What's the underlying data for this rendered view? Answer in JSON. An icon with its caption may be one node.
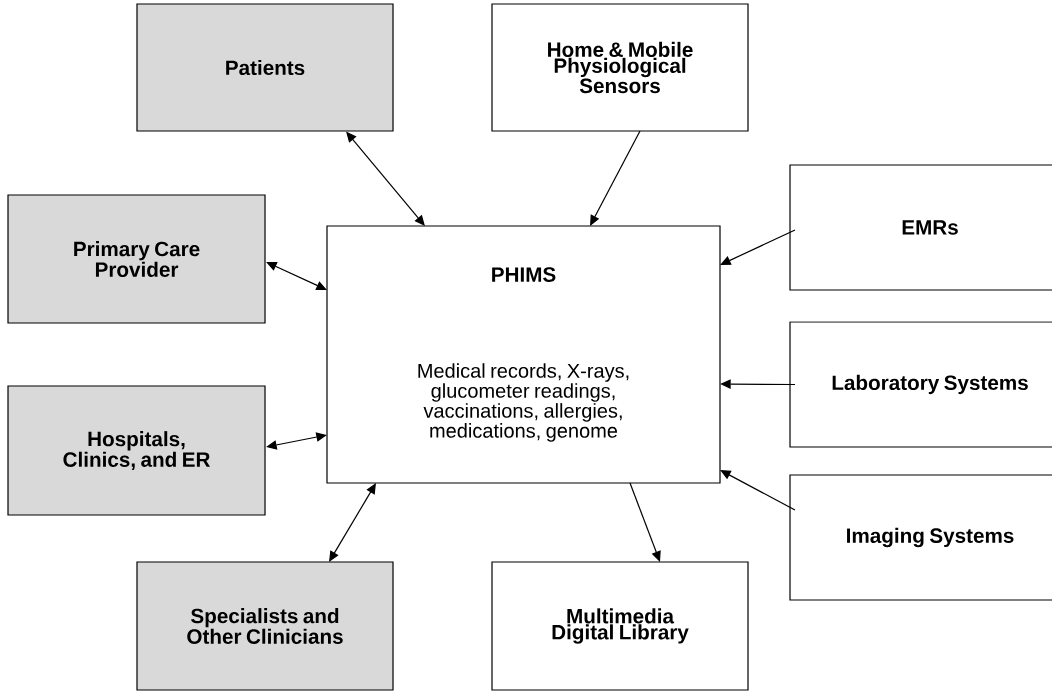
{
  "diagram": {
    "nodes": [
      {
        "text": [
          "Patients"
        ]
      },
      {
        "text": [
          "Home & Mobile Physiological Sensors"
        ]
      },
      {
        "text": [
          "Primary Care Provider"
        ]
      },
      {
        "text": [
          "PHIMS",
          "Medical records, X-rays, glucometer readings, vaccinations, allergies, medications, genome"
        ]
      },
      {
        "text": [
          "EMRs"
        ]
      },
      {
        "text": [
          "Laboratory Systems"
        ]
      },
      {
        "text": [
          "Hospitals, Clinics, and ER"
        ]
      },
      {
        "text": [
          "Imaging Systems"
        ]
      },
      {
        "text": [
          "Specialists and Other Clinicians"
        ]
      },
      {
        "text": [
          "Multimedia Digital Library"
        ]
      }
    ],
    "edges": [
      {
        "from": 0,
        "to": 3,
        "arrow": "both"
      },
      {
        "from": 1,
        "to": 3,
        "arrow": "to"
      },
      {
        "from": 2,
        "to": 3,
        "arrow": "both"
      },
      {
        "from": 4,
        "to": 3,
        "arrow": "to"
      },
      {
        "from": 5,
        "to": 3,
        "arrow": "to"
      },
      {
        "from": 6,
        "to": 3,
        "arrow": "both"
      },
      {
        "from": 7,
        "to": 3,
        "arrow": "to"
      },
      {
        "from": 8,
        "to": 3,
        "arrow": "both"
      },
      {
        "from": 3,
        "to": 9,
        "arrow": "to"
      }
    ]
  }
}
